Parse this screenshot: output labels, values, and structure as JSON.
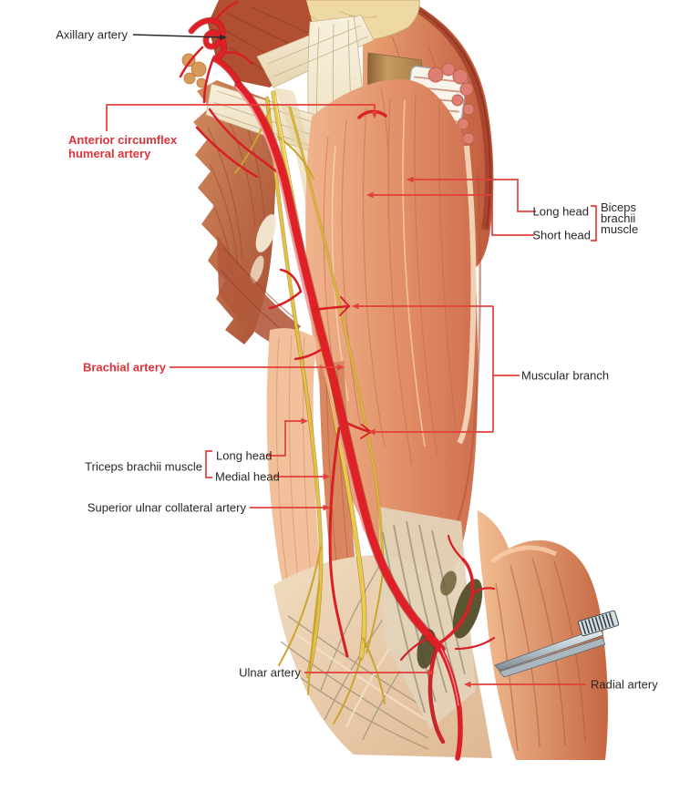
{
  "figure_type": "anatomical-diagram-arm-arteries",
  "palette": {
    "leader_red": "#e2403a",
    "label_red": "#e0323a",
    "label_black": "#2b2724",
    "axillary_line_black": "#2c2a28",
    "artery_red": "#e01f26",
    "nerve_yellow": "#e9c94e",
    "muscle_salmon": "#dd8a63",
    "tendon_cream": "#f4ecd8"
  },
  "labels": {
    "axillary_artery": {
      "text": "Axillary artery"
    },
    "anterior_circumflex_humeral_artery": {
      "lines": [
        "Anterior circumflex",
        "humeral artery"
      ]
    },
    "brachial_artery": {
      "text": "Brachial artery"
    },
    "triceps_brachii_muscle": {
      "text": "Triceps brachii muscle"
    },
    "triceps_long_head": {
      "text": "Long head"
    },
    "triceps_medial_head": {
      "text": "Medial head"
    },
    "superior_ulnar_collateral_artery": {
      "text": "Superior ulnar collateral artery"
    },
    "ulnar_artery": {
      "text": "Ulnar artery"
    },
    "radial_artery": {
      "text": "Radial artery"
    },
    "biceps_long_head": {
      "text": "Long head"
    },
    "biceps_short_head": {
      "text": "Short head"
    },
    "biceps_brachii_muscle": {
      "lines": [
        "Biceps",
        "brachii",
        "muscle"
      ]
    },
    "muscular_branch": {
      "text": "Muscular branch"
    }
  }
}
